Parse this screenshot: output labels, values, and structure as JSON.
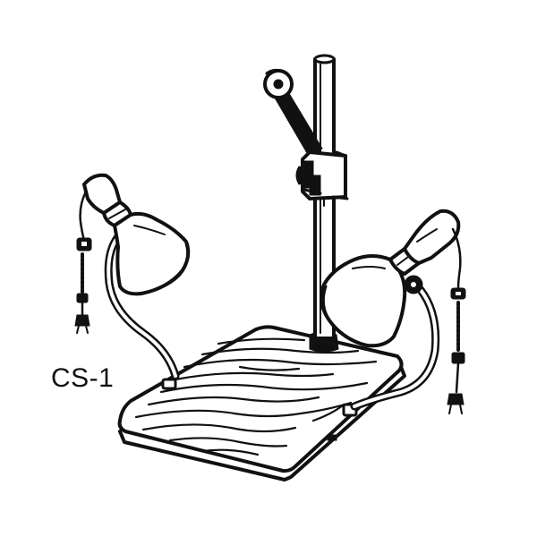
{
  "figure": {
    "model_label": "CS-1",
    "ink_color": "#111111",
    "background_color": "#ffffff"
  },
  "parts": {
    "column": "copy-stand-column",
    "baseboard": "wood-grain-baseboard",
    "camera_arm": "camera-mount-arm",
    "lamps": [
      "left-lamp",
      "right-lamp"
    ]
  }
}
